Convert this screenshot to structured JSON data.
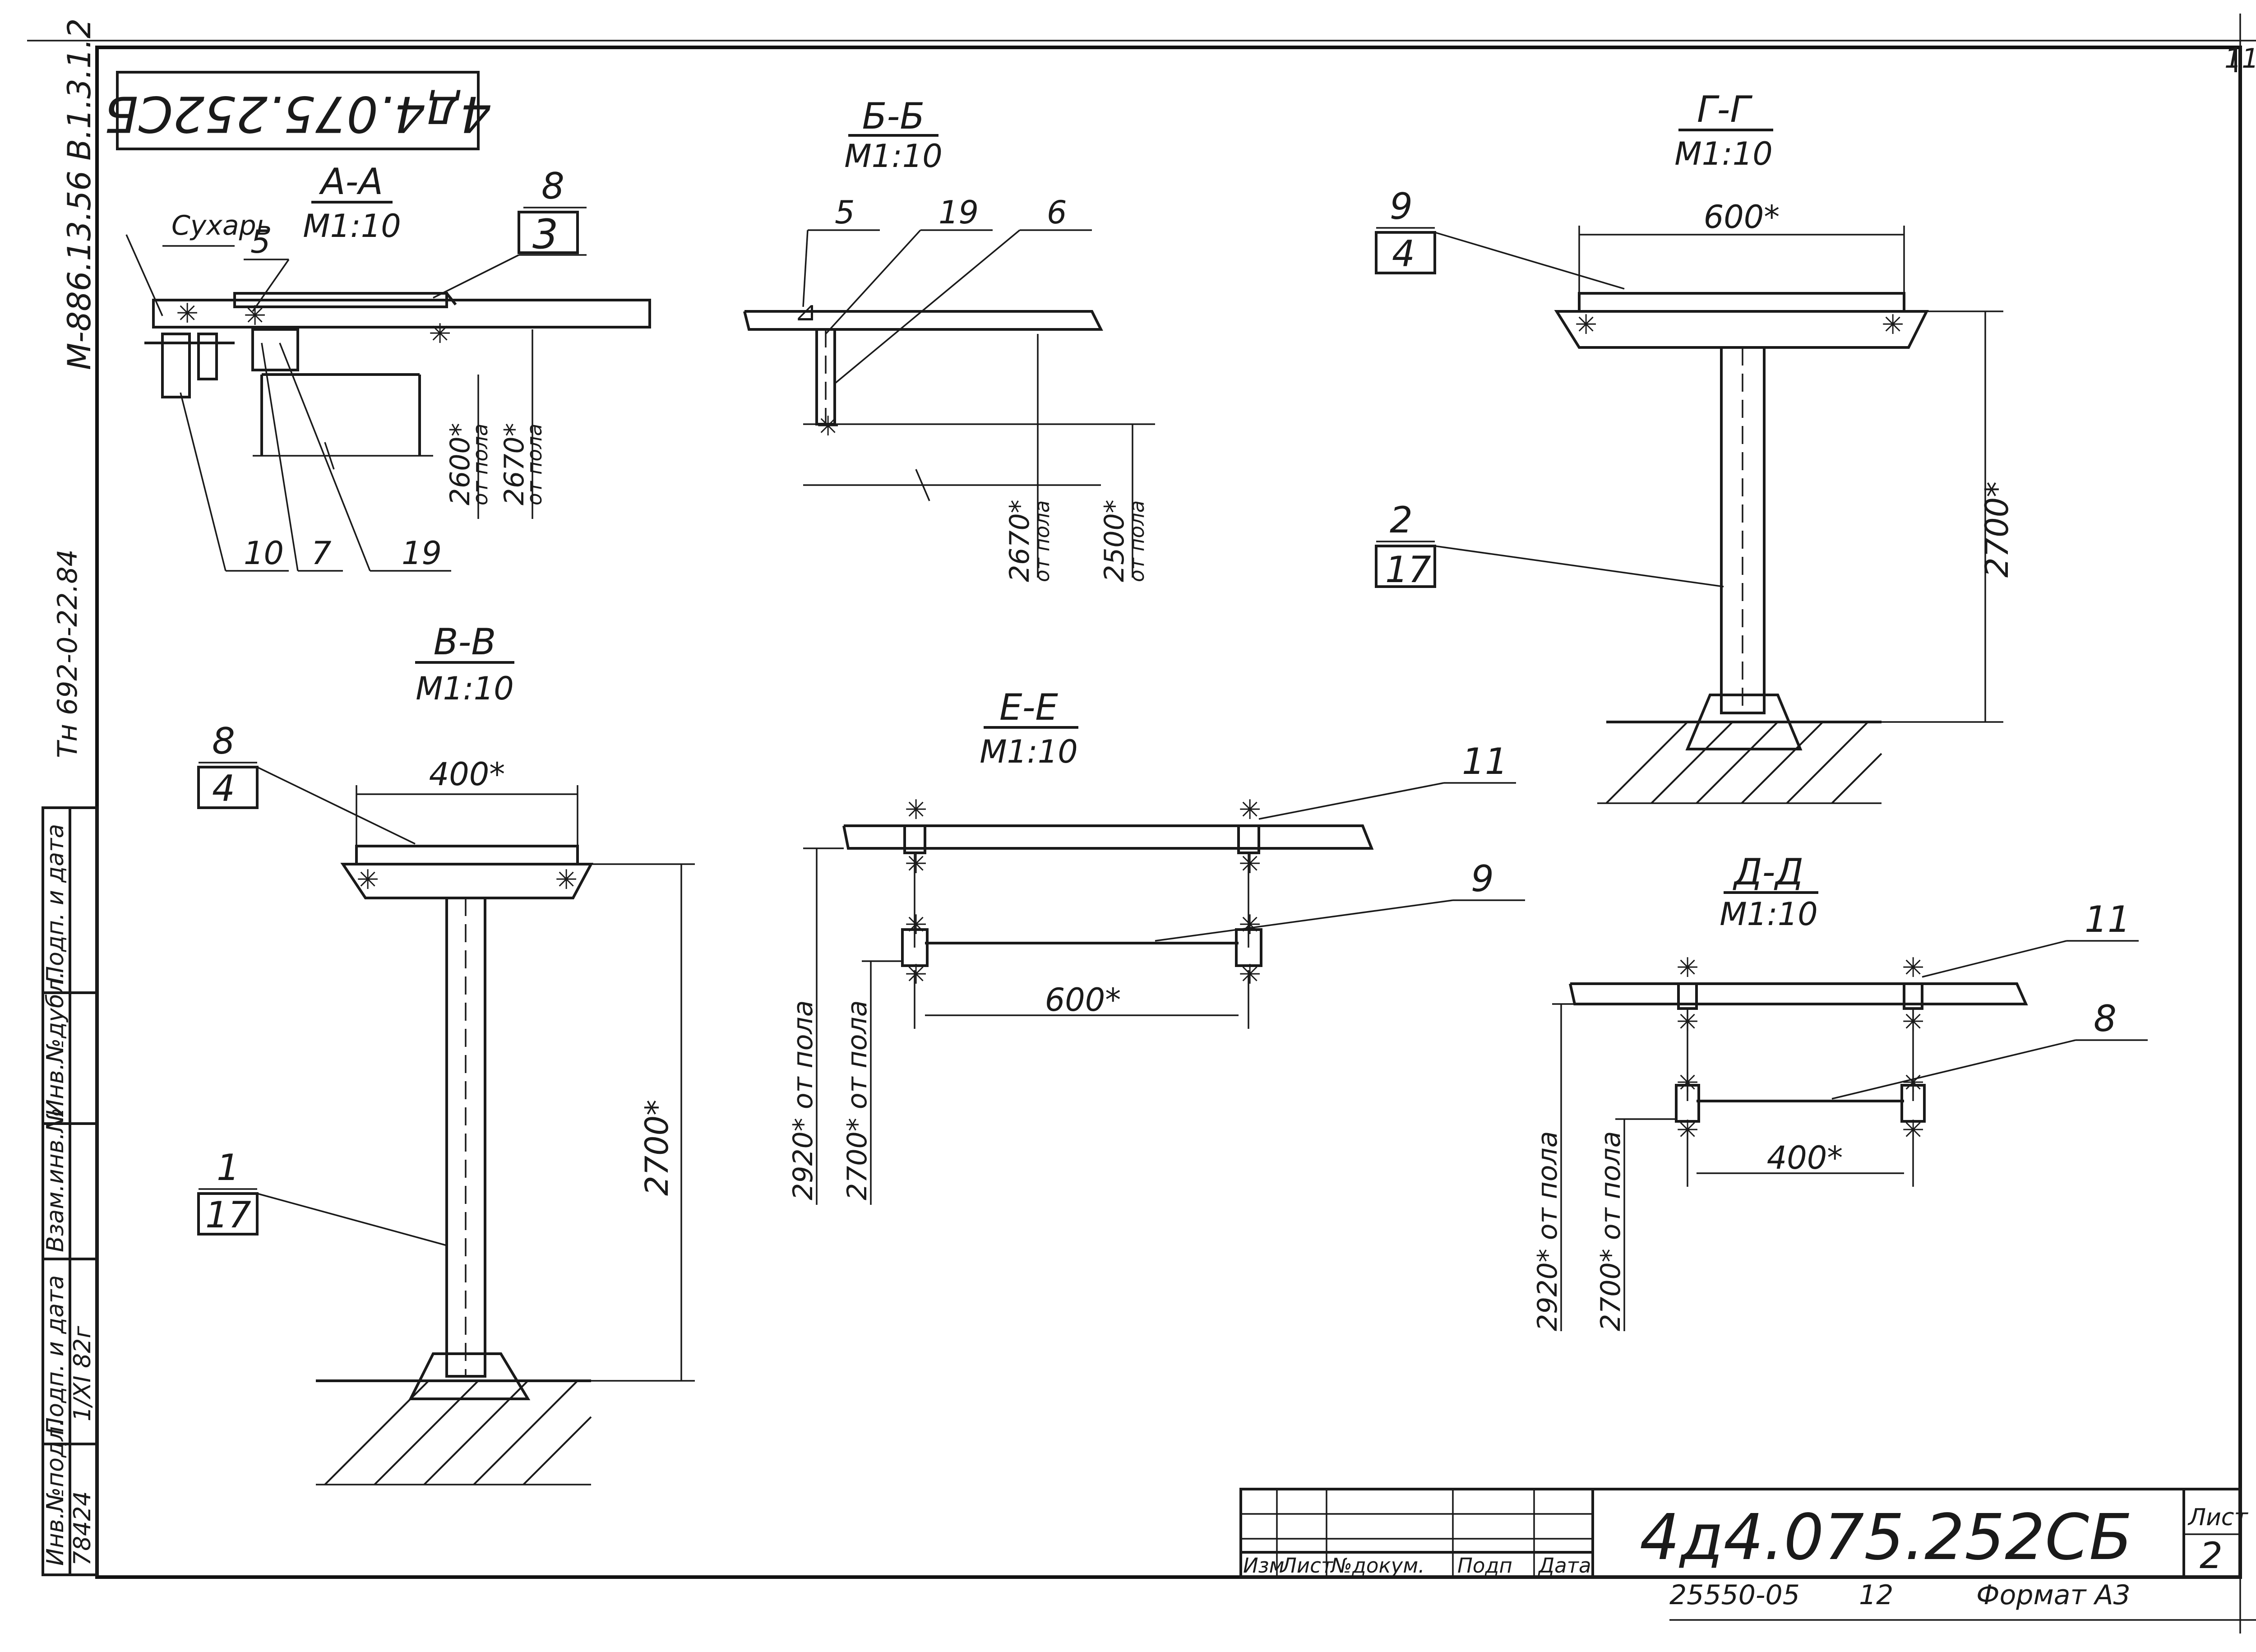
{
  "doc_code": "4д4.075.252СБ",
  "doc_code_rotated": "4д4.075.252СБ",
  "series_code": "М-886.13.56 В.1.3.1.2",
  "handwritten_note": "Тн 692-0-22.84",
  "stamp_bottom": {
    "copy_no": "25550-05",
    "page_no": "12",
    "format": "Формат А3"
  },
  "title_block": {
    "headers": [
      "Изм",
      "Лист",
      "№докум.",
      "Подп",
      "Дата"
    ],
    "sheet_label": "Лист",
    "sheet_no": "2"
  },
  "corner_mark": "11",
  "side_block": {
    "cells": [
      "Подп. и дата",
      "Инв.№дубл.",
      "Взам.инв.№",
      "Подп. и дата",
      "Инв.№подл."
    ],
    "date_value": "1/XI 82г",
    "inv_value": "78424"
  },
  "sections": {
    "aa": {
      "title": "А-А",
      "scale": "М1:10",
      "label_suharь": "Сухарь",
      "callouts": [
        "5",
        "8",
        "3",
        "10",
        "7",
        "19"
      ],
      "dims": [
        {
          "value": "2600*",
          "note": "от пола"
        },
        {
          "value": "2670*",
          "note": "от пола"
        }
      ]
    },
    "bb": {
      "title": "Б-Б",
      "scale": "М1:10",
      "callouts": [
        "5",
        "19",
        "6"
      ],
      "dims": [
        {
          "value": "2670*",
          "note": "от пола"
        },
        {
          "value": "2500*",
          "note": "от пола"
        }
      ]
    },
    "gg": {
      "title": "Г-Г",
      "scale": "М1:10",
      "callouts": [
        "9",
        "4",
        "2",
        "17"
      ],
      "dims": [
        "600*",
        "2700*"
      ]
    },
    "vv": {
      "title": "В-В",
      "scale": "М1:10",
      "callouts": [
        "8",
        "4",
        "1",
        "17"
      ],
      "dims": [
        "400*",
        "2700*"
      ]
    },
    "ee": {
      "title": "Е-Е",
      "scale": "М1:10",
      "callouts": [
        "11",
        "9"
      ],
      "dims": [
        "600*",
        "2920* от пола",
        "2700* от пола"
      ]
    },
    "dd": {
      "title": "Д-Д",
      "scale": "М1:10",
      "callouts": [
        "11",
        "8"
      ],
      "dims": [
        "400*",
        "2920* от пола",
        "2700* от пола"
      ]
    }
  }
}
